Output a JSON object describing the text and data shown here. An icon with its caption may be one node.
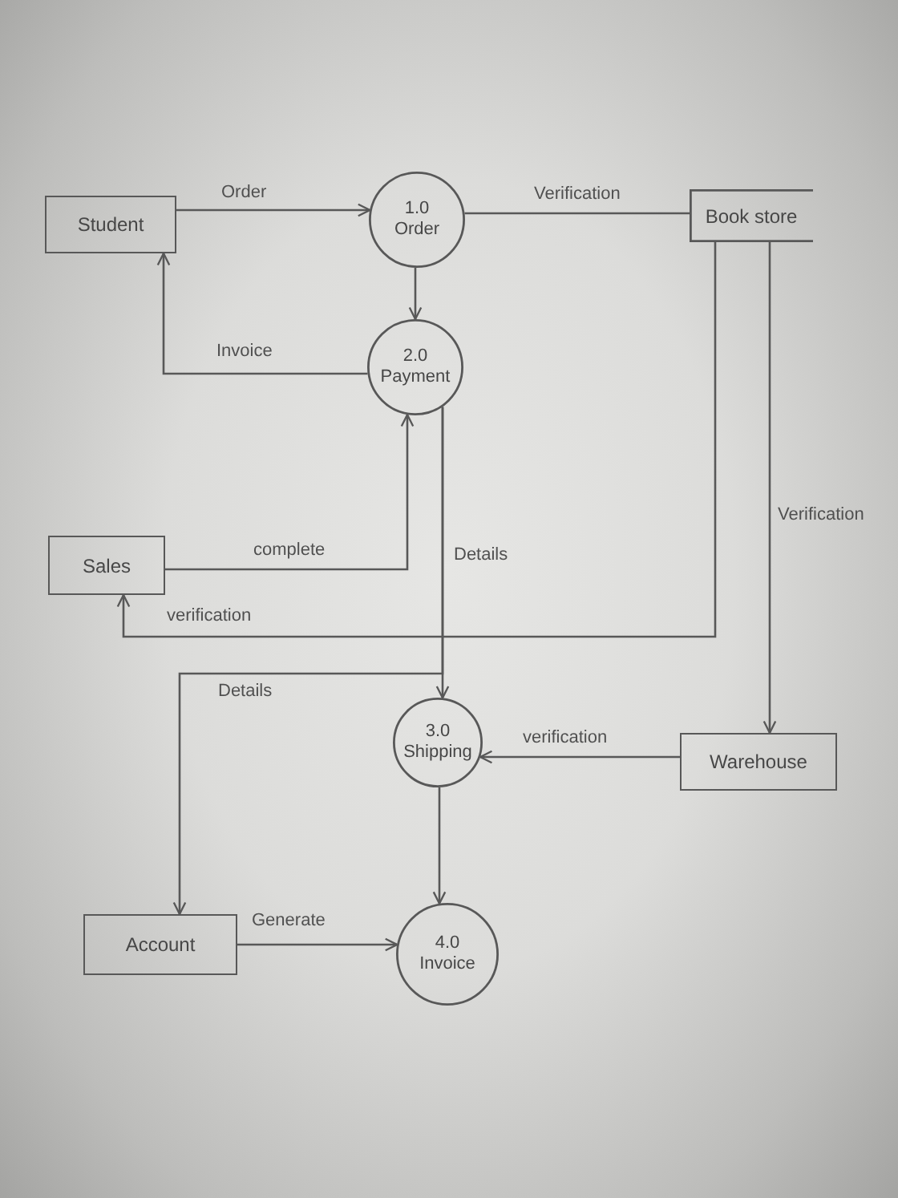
{
  "diagram": {
    "nodes": [
      {
        "text": [
          "Student"
        ]
      },
      {
        "text": [
          "1.0",
          "Order"
        ]
      },
      {
        "text": [
          "2.0",
          "Payment"
        ]
      },
      {
        "text": [
          "Book store"
        ]
      },
      {
        "text": [
          "Sales"
        ]
      },
      {
        "text": [
          "3.0",
          "Shipping"
        ]
      },
      {
        "text": [
          "Warehouse"
        ]
      },
      {
        "text": [
          "Account"
        ]
      },
      {
        "text": [
          "4.0",
          "Invoice"
        ]
      }
    ],
    "edges": [
      {
        "from": 0,
        "to": 1,
        "arrow": "to",
        "label": "Order"
      },
      {
        "from": 1,
        "to": 3,
        "arrow": "none",
        "label": "Verification"
      },
      {
        "from": 1,
        "to": 2,
        "arrow": "to"
      },
      {
        "from": 2,
        "to": 0,
        "arrow": "to",
        "label": "Invoice"
      },
      {
        "from": 4,
        "to": 2,
        "arrow": "to",
        "label": "complete"
      },
      {
        "from": 2,
        "to": 5,
        "arrow": "to",
        "label": "Details"
      },
      {
        "from": 2,
        "to": 7,
        "arrow": "to",
        "label": "Details"
      },
      {
        "from": 3,
        "to": 4,
        "arrow": "to",
        "label": "verification"
      },
      {
        "from": 3,
        "to": 6,
        "arrow": "to",
        "label": "Verification"
      },
      {
        "from": 6,
        "to": 5,
        "arrow": "to",
        "label": "verification"
      },
      {
        "from": 5,
        "to": 8,
        "arrow": "to"
      },
      {
        "from": 7,
        "to": 8,
        "arrow": "to",
        "label": "Generate"
      }
    ]
  }
}
